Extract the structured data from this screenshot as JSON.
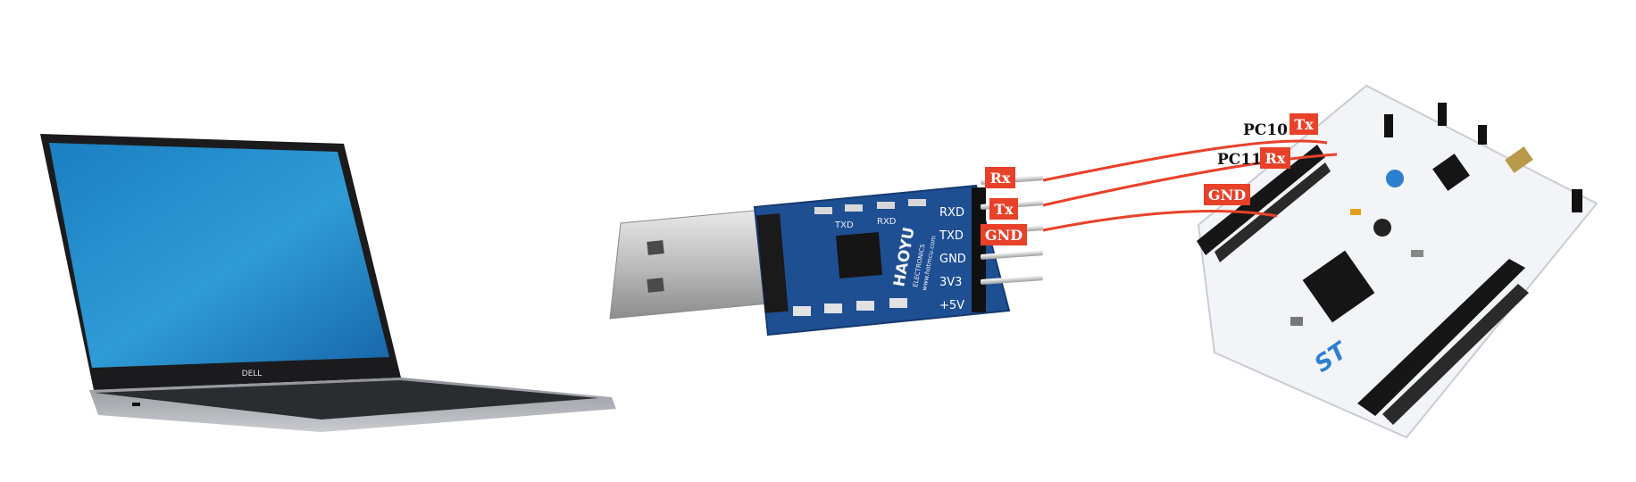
{
  "laptop": {
    "brand": "DELL"
  },
  "usb_adapter": {
    "brand_text": "HAOYU",
    "brand_sub": "ELECTRONICS",
    "brand_url": "www.hotmcu.com",
    "led_labels": [
      "TXD",
      "RXD"
    ],
    "pin_labels": [
      "RXD",
      "TXD",
      "GND",
      "3V3",
      "+5V"
    ]
  },
  "adapter_tags": [
    "Rx",
    "Tx",
    "GND"
  ],
  "board_labels": {
    "tx_pin": "PC10",
    "tx_tag": "Tx",
    "rx_pin": "PC11",
    "rx_tag": "Rx",
    "gnd_tag": "GND",
    "logo": "ST"
  },
  "colors": {
    "wire": "#e8412a",
    "tag_bg": "#e8412a",
    "tag_text": "#ffffff",
    "pcb": "#1f4f93",
    "board": "#f2f4f7"
  }
}
